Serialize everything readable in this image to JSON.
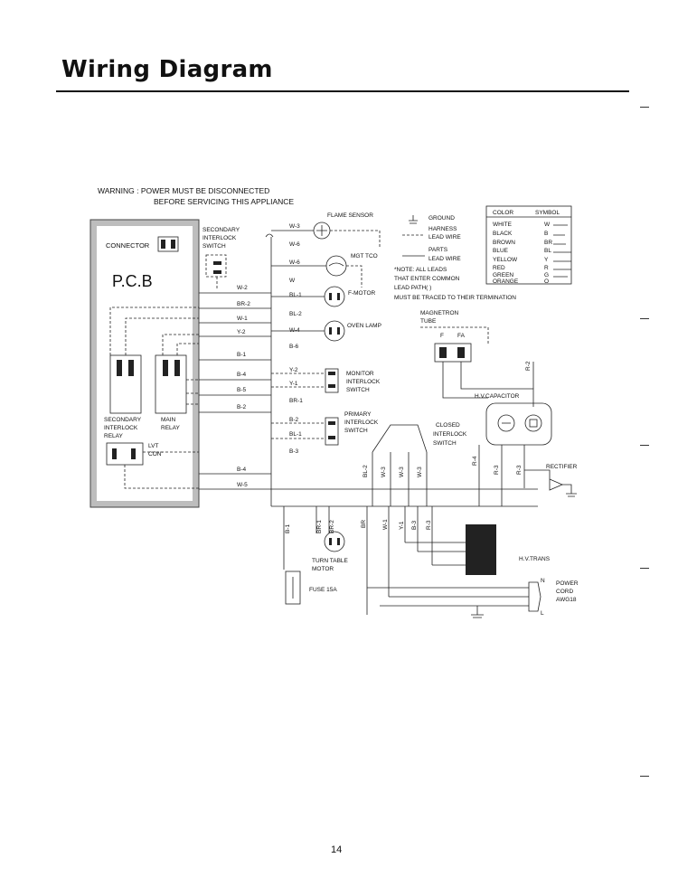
{
  "page": {
    "title": "Wiring Diagram",
    "page_number": "14"
  },
  "warning": {
    "line1": "WARNING : POWER MUST BE DISCONNECTED",
    "line2": "BEFORE SERVICING THIS APPLIANCE"
  },
  "pcb": {
    "label": "P.C.B",
    "connector": "CONNECTOR",
    "secondary_interlock_switch": [
      "SECONDARY",
      "INTERLOCK",
      "SWITCH"
    ],
    "secondary_interlock_relay": [
      "SECONDARY",
      "INTERLOCK",
      "RELAY"
    ],
    "main_relay": [
      "MAIN",
      "RELAY"
    ],
    "lvt_con": [
      "LVT",
      "CON'"
    ]
  },
  "wires_left": [
    "W-2",
    "BR-2",
    "W-1",
    "Y-2",
    "B-1",
    "B-4",
    "B-5",
    "B-2",
    "B-4",
    "W-5"
  ],
  "wires_center": [
    "W-3",
    "W-6",
    "W-6",
    "W",
    "BL-1",
    "BL-2",
    "W-4",
    "B-6",
    "Y-2",
    "Y-1",
    "BR-1",
    "B-2",
    "BL-1",
    "B-3"
  ],
  "components": {
    "flame_sensor": "FLAME SENSOR",
    "mgt_tco": "MGT TCO",
    "f_motor": "F-MOTOR",
    "oven_lamp": "OVEN LAMP",
    "monitor_interlock_switch": [
      "MONITOR",
      "INTERLOCK",
      "SWITCH"
    ],
    "primary_interlock_switch": [
      "PRIMARY",
      "INTERLOCK",
      "SWITCH"
    ],
    "closed_interlock_switch": [
      "CLOSED",
      "INTERLOCK",
      "SWITCH"
    ],
    "magnetron_tube": [
      "MAGNETRON",
      "TUBE"
    ],
    "magnetron_terminals": [
      "F",
      "FA"
    ],
    "r2": "R-2",
    "hv_capacitor": "H.V.CAPACITOR",
    "rectifier": "RECTIFIER",
    "r3_a": "R-3",
    "r3_b": "R-3",
    "r4": "R-4",
    "hv_trans": "H.V.TRANS",
    "turn_table_motor": [
      "TURN TABLE",
      "MOTOR"
    ],
    "fuse": "FUSE 15A",
    "power_cord": [
      "POWER",
      "CORD",
      "AWG18"
    ],
    "power_cord_pins": [
      "N",
      "L"
    ]
  },
  "bottom_wires_center": [
    "BL-2",
    "W-3",
    "W-3",
    "W-3"
  ],
  "bottom_wires_lower": [
    "B-1",
    "BR-1",
    "BR-2",
    "BR",
    "W-1",
    "Y-1",
    "B-3",
    "R-3"
  ],
  "legend_notes": {
    "ground": "GROUND",
    "harness": [
      "HARNESS",
      "LEAD WIRE"
    ],
    "parts": [
      "PARTS",
      "LEAD WIRE"
    ],
    "note": [
      "*NOTE: ALL LEADS",
      "THAT ENTER COMMON",
      "LEAD PATH(        )",
      "MUST BE TRACED TO THEIR TERMINATION"
    ]
  },
  "color_table": {
    "headers": [
      "COLOR",
      "SYMBOL"
    ],
    "rows": [
      [
        "WHITE",
        "W"
      ],
      [
        "BLACK",
        "B"
      ],
      [
        "BROWN",
        "BR"
      ],
      [
        "BLUE",
        "BL"
      ],
      [
        "YELLOW",
        "Y"
      ],
      [
        "RED",
        "R"
      ],
      [
        "GREEN",
        "G"
      ],
      [
        "ORANGE",
        "O"
      ]
    ]
  }
}
